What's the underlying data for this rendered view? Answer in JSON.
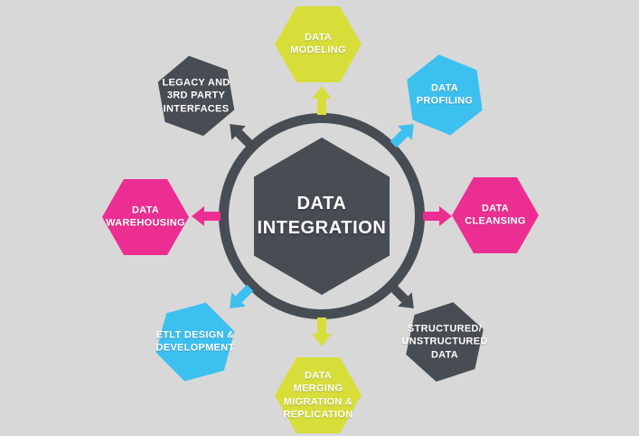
{
  "palette": {
    "bg": "#d8d8d8",
    "dark": "#474d53",
    "yellow": "#d7de39",
    "cyan": "#3cc0ef",
    "magenta": "#ec2e92",
    "white": "#ffffff"
  },
  "center": {
    "label": "DATA\nINTEGRATION",
    "color": "#474d53"
  },
  "nodes": [
    {
      "id": "data-modeling",
      "label": "DATA\nMODELING",
      "position": "top",
      "color": "#d7de39"
    },
    {
      "id": "data-profiling",
      "label": "DATA\nPROFILING",
      "position": "top-right",
      "color": "#3cc0ef"
    },
    {
      "id": "data-cleansing",
      "label": "DATA\nCLEANSING",
      "position": "right",
      "color": "#ec2e92"
    },
    {
      "id": "structured-unstructured-data",
      "label": "STRUCTURED/\nUNSTRUCTURED\nDATA",
      "position": "bottom-right",
      "color": "#474d53"
    },
    {
      "id": "data-merging-migration-replication",
      "label": "DATA\nMERGING\nMIGRATION &\nREPLICATION",
      "position": "bottom",
      "color": "#d7de39"
    },
    {
      "id": "etlt-design-development",
      "label": "ETLT DESIGN &\nDEVELOPMENT",
      "position": "bottom-left",
      "color": "#3cc0ef"
    },
    {
      "id": "data-warehousing",
      "label": "DATA\nWAREHOUSING",
      "position": "left",
      "color": "#ec2e92"
    },
    {
      "id": "legacy-3rd-party-interfaces",
      "label": "LEGACY AND\n3RD PARTY\nINTERFACES",
      "position": "top-left",
      "color": "#474d53"
    }
  ]
}
